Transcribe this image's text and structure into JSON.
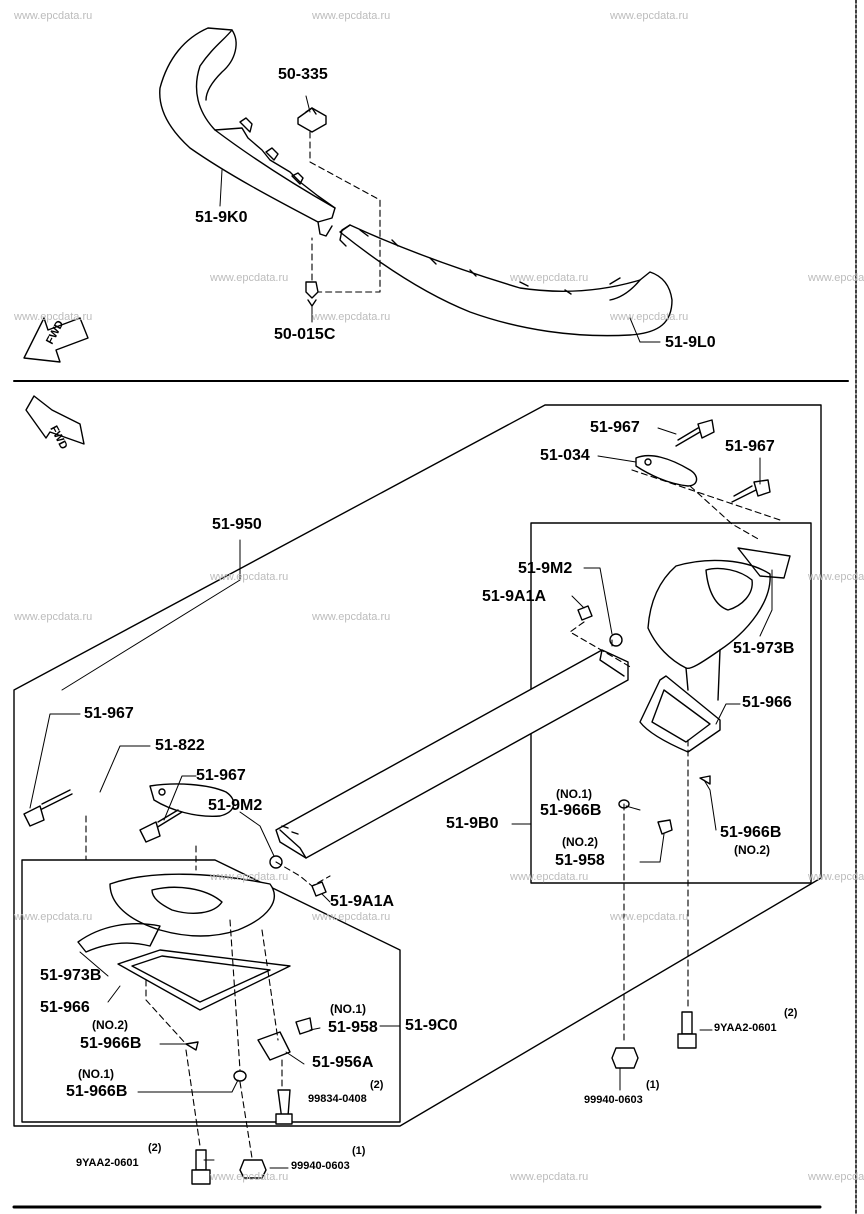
{
  "watermark": "www.epcdata.ru",
  "fwd_label": "FWD",
  "callouts": {
    "c50_335": "50-335",
    "c51_9K0": "51-9K0",
    "c50_015C": "50-015C",
    "c51_9L0": "51-9L0",
    "c51_967_a": "51-967",
    "c51_034": "51-034",
    "c51_967_b": "51-967",
    "c51_950": "51-950",
    "c51_9M2_a": "51-9M2",
    "c51_9A1A_a": "51-9A1A",
    "c51_973B_a": "51-973B",
    "c51_966_a": "51-966",
    "c51_967_c": "51-967",
    "c51_822": "51-822",
    "c51_967_d": "51-967",
    "c51_9M2_b": "51-9M2",
    "c51_9B0": "51-9B0",
    "c51_966B_a": "51-966B",
    "c51_966B_b": "51-966B",
    "c51_958_a": "51-958",
    "c51_9A1A_b": "51-9A1A",
    "c51_973B_b": "51-973B",
    "c51_966_b": "51-966",
    "c51_958_b": "51-958",
    "c51_9C0": "51-9C0",
    "c51_966B_c": "51-966B",
    "c51_956A": "51-956A",
    "c51_966B_d": "51-966B",
    "c99834": "99834-0408",
    "c9YAA2_a": "9YAA2-0601",
    "c99940_a": "99940-0603",
    "c9YAA2_b": "9YAA2-0601",
    "c99940_b": "99940-0603"
  },
  "notes": {
    "no1_a": "(NO.1)",
    "no2_a": "(NO.2)",
    "no2_b": "(NO.2)",
    "no1_b": "(NO.1)",
    "no2_c": "(NO.2)",
    "no1_c": "(NO.1)",
    "q2_a": "(2)",
    "q2_b": "(2)",
    "q1_a": "(1)",
    "q2_c": "(2)",
    "q1_b": "(1)"
  }
}
